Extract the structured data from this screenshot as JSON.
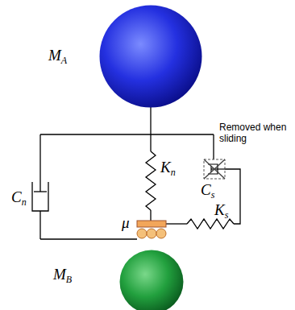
{
  "diagram": {
    "nodes": [
      {
        "text": [
          "MA"
        ]
      },
      {
        "text": [
          "MB"
        ]
      }
    ],
    "labels": [
      "Removed when sliding",
      "Cn",
      "Kn",
      "Cs",
      "Ks",
      "μ"
    ]
  }
}
